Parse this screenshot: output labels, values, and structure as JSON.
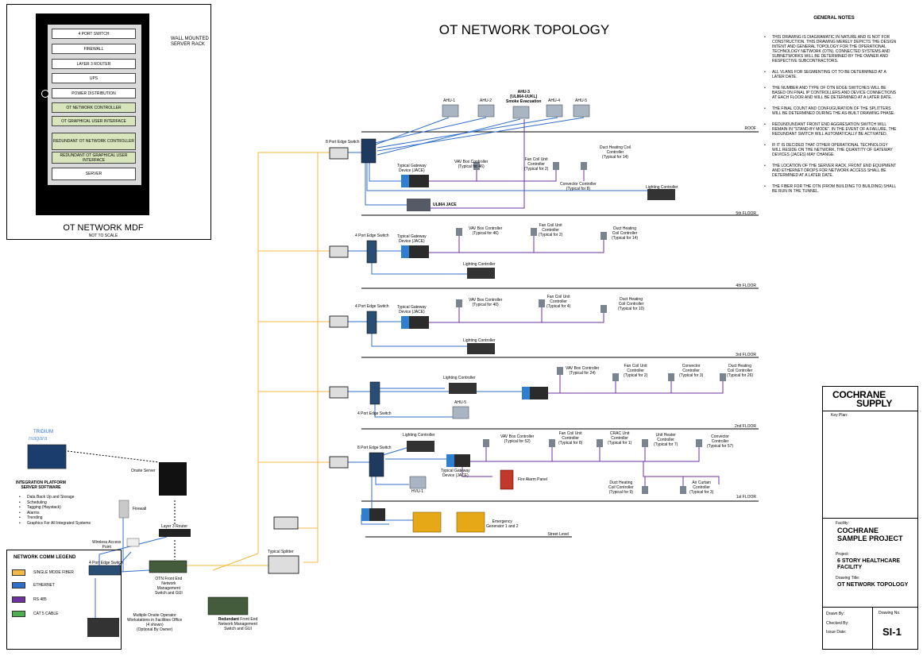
{
  "title": "OT NETWORK TOPOLOGY",
  "mdf": {
    "title": "OT NETWORK MDF",
    "subtitle": "NOT TO SCALE",
    "rack_label": "WALL MOUNTED\nSERVER RACK",
    "units": [
      {
        "label": "4 PORT SWITCH",
        "green": false
      },
      {
        "label": "FIREWALL",
        "green": false
      },
      {
        "label": "LAYER 3 ROUTER",
        "green": false
      },
      {
        "label": "UPS",
        "green": false
      },
      {
        "label": "POWER DISTRIBUTION",
        "green": false
      },
      {
        "label": "OT NETWORK CONTROLLER",
        "green": true
      },
      {
        "label": "OT GRAPHICAL USER INTERFACE",
        "green": true
      },
      {
        "label": "REDUNDANT OT NETWORK CONTROLLER",
        "green": true
      },
      {
        "label": "REDUNDANT OT GRAPHICAL USER INTERFACE",
        "green": true
      },
      {
        "label": "SERVER",
        "green": false
      }
    ]
  },
  "notes": {
    "title": "GENERAL NOTES",
    "items": [
      "THIS DRAWING IS DIAGRAMATIC IN NATURE AND IS NOT FOR CONSTRUCTION.  THIS DRAWING MERELY DEPICTS THE DESIGN INTENT AND GENERAL TOPOLOGY FOR THE OPERATIONAL TECHNOLOGY NETWORK (OTN). CONNECTED SYSTEMS AND SUBNETWORKS WILL BE DETERMINED BY THE OWNER AND RESPECTIVE SUBCONTRACTORS.",
      "ALL VLANS FOR SEGMENTING OT TO BE DETERMINED AT A LATER DATE.",
      "THE NUMBER AND TYPE OF OTN EDGE SWITCHES WILL BE BASED ON FINAL IP CONTROLLERS AND DEVICE CONNECTIONS AT EACH FLOOR AND WILL BE  DETERMINED AT A LATER DATE.",
      "THE FINAL COUNT AND CONFUGURATION OF THE SPLITTERS WILL BE DETERMINED DURING THE AS-BUILT DRAWING PHASE.",
      "REDUNDUNDANT FRONT END AGGRESATION SWITCH WILL REMAIN IN \"STAND-BY MODE\".  IN THE EVENT OF A FAILURE, THE REDUNDANT SWITCH WILL AUTOMATICALLY BE ACTIVATED.",
      "IF IT IS DECIDED THAT OTHER OPERATIONAL TECHNOLOGY WILL RESIDE ON THE NETWORK, THE QUANTITY OF GATEWAY DEVICES (JACES) MAY CHANGE.",
      "THE LOCATION OF THE SERVER RACK, FRONT END EQUIPMENT AND ETHERNET DROPS FOR NETWORK ACCESS SHALL BE DETERMINED AT A LATER DATE.",
      "THE FIBER FOR THE OTN (FROM BUILDING TO BUILDING) SHALL BE RUN IN THE TUNNEL."
    ]
  },
  "floors": {
    "roof": "ROOF",
    "f5": "5th FLOOR",
    "f4": "4th FLOOR",
    "f3": "3rd FLOOR",
    "f2": "2nd FLOOR",
    "f1": "1st FLOOR",
    "street": "Street Level"
  },
  "labels": {
    "edge8": "8 Port Edge Switch",
    "edge4": "4 Port Edge Switch",
    "gateway": "Typical Gateway\nDevice (JACE)",
    "ul864": "UL864 JACE",
    "lighting": "Lighting Controller",
    "ahu1": "AHU-1",
    "ahu2": "AHU-2",
    "ahu3": "AHU-3\n[UL864-UUKL]\nSmoke Evacuation",
    "ahu4": "AHU-4",
    "ahu5": "AHU-5",
    "vav46": "VAV Box Controller\n(Typical for 46)",
    "vav40": "VAV Box Controller\n(Typical for 40)",
    "vav24": "VAV Box Controller\n(Typical for 24)",
    "vav52": "VAV Box Controller\n(Typical for 52)",
    "fcu2": "Fan Coil Unit\nController\n(Typical for 2)",
    "fcu4": "Fan Coil Unit\nController\n(Typical for 4)",
    "fcu8": "Fan Coil Unit\nController\n(Typical for 8)",
    "dh14": "Duct Heating Coil\nController\n(Typical for 14)",
    "dh14b": "Duct Heating\nCoil Controller\n(Typical for 14)",
    "dh10": "Duct Heating\nCoil Controller\n(Typical for 10)",
    "dh26": "Duct Heating\nCoil Controller\n(Typical for 26)",
    "dh9": "Duct Heating\nCoil Controller\n(Typical for 9)",
    "conv8": "Convector Controller\n(Typical for 8)",
    "conv3": "Convector\nController\n(Typical for 3)",
    "conv57": "Convector\nController\n(Typical for 57)",
    "crac1": "CRAC Unit\nController\n(Typical for 1)",
    "uh7": "Unit Heater\nController\n(Typical for 7)",
    "ac3": "Air Curtain\nController\n(Typical for 3)",
    "hvu1": "HVU-1",
    "fire": "Fire Alarm Panel",
    "gen": "Emergency\nGenerator 1 and 2",
    "splitter": "Typical Splitter",
    "otn_fe": "OTN Front End\nNetwork\nManagement\nSwitch and GUI",
    "redundant_bold": "Redundant",
    "redundant_rest": "Front End\nNetwork Management\nSwitch and GUI",
    "l3router": "Layer 3 Router",
    "firewall": "Firewall",
    "onsite_server": "Onsite  Server",
    "wap": "Wireless Access\nPoint",
    "workstations": "Multiple Onsite Operator\nWorkstations in Facilities Office\n(4 shown)\n(Optional By Owner)",
    "tridium": "TRIDIUM",
    "niagara": "niagara"
  },
  "platform": {
    "title": "INTEGRATION PLATFORM\nSERVER SOFTWARE",
    "items": [
      "Data Back Up and Storage",
      "Scheduling",
      "Tagging (Haystack)",
      "Alarms",
      "Trending",
      "Graphics For All Integrated Systems"
    ]
  },
  "legend": {
    "title": "NETWORK COMM  LEGEND",
    "items": [
      {
        "label": "SINGLE MODE FIBER",
        "color": "#f4b942"
      },
      {
        "label": "ETHERNET",
        "color": "#2f6fcc"
      },
      {
        "label": "RS 485",
        "color": "#7030a0"
      },
      {
        "label": "CAT 5 CABLE",
        "color": "#4caf50"
      }
    ]
  },
  "titleblock": {
    "logo_line1": "COCHRANE",
    "logo_line2": "SUPPLY",
    "key_plan": "Key Plan:",
    "facility_label": "Facility:",
    "facility": "COCHRANE\nSAMPLE PROJECT",
    "project_label": "Project:",
    "project": "6 STORY HEALTHCARE\nFACILITY",
    "drawing_title_label": "Drawing Title:",
    "drawing_title": "OT NETWORK TOPOLOGY",
    "drawn_by": "Drawn By:",
    "checked_by": "Checked By:",
    "issue_date": "Issue Date:",
    "drawing_no_label": "Drawing No.",
    "drawing_no": "SI-1"
  }
}
